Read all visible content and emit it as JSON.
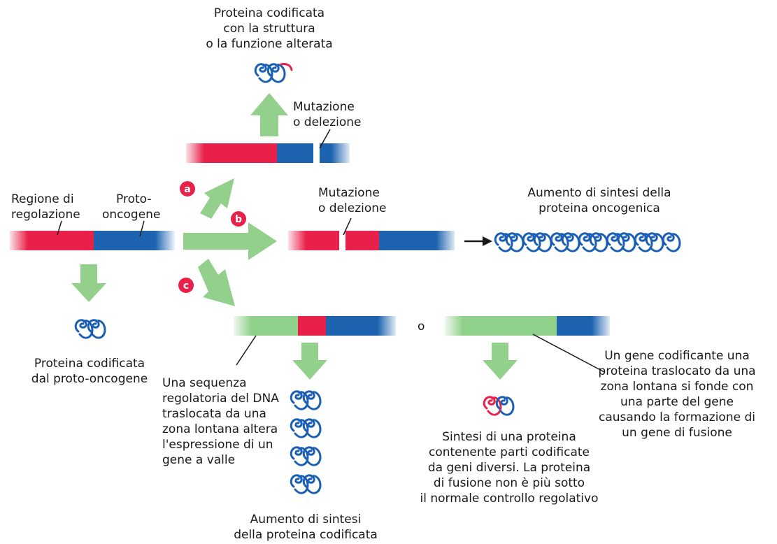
{
  "colors": {
    "regulatory": "#e8204a",
    "gene": "#1d63b0",
    "translocated": "#8fd08a",
    "arrow": "#93d08c",
    "protein": "#1b5fb3",
    "badge": "#e8204a"
  },
  "labels": {
    "regulatory_region": [
      "Regione di",
      "regolazione"
    ],
    "proto_oncogene": [
      "Proto-",
      "oncogene"
    ],
    "normal_protein": [
      "Proteina codificata",
      "dal proto-oncogene"
    ],
    "path_a_mutation": [
      "Mutazione",
      "o delezione"
    ],
    "path_a_result": [
      "Proteina codificata",
      "con la struttura",
      "o la funzione alterata"
    ],
    "path_b_mutation": [
      "Mutazione",
      "o delezione"
    ],
    "path_b_result": [
      "Aumento di sintesi della",
      "proteina oncogenica"
    ],
    "path_c_regulatory": [
      "Una sequenza",
      "regolatoria del DNA",
      "traslocata da una",
      "zona lontana altera",
      "l'espressione di un",
      "gene a valle"
    ],
    "path_c_result1": [
      "Aumento di sintesi",
      "della proteina codificata"
    ],
    "or": "o",
    "path_c_fusion_gene": [
      "Un gene codificante una",
      "proteina traslocato da una",
      "zona lontana si fonde con",
      "una parte del gene",
      "causando la formazione di",
      "un gene di fusione"
    ],
    "path_c_fusion_protein": [
      "Sintesi di una proteina",
      "contenente parti codificate",
      "da geni diversi. La proteina",
      "di fusione non è più sotto",
      "il normale controllo regolativo"
    ]
  },
  "badges": {
    "a": "a",
    "b": "b",
    "c": "c"
  },
  "icons": {
    "protein": "protein-coil-icon",
    "arrow": "block-arrow-icon"
  }
}
